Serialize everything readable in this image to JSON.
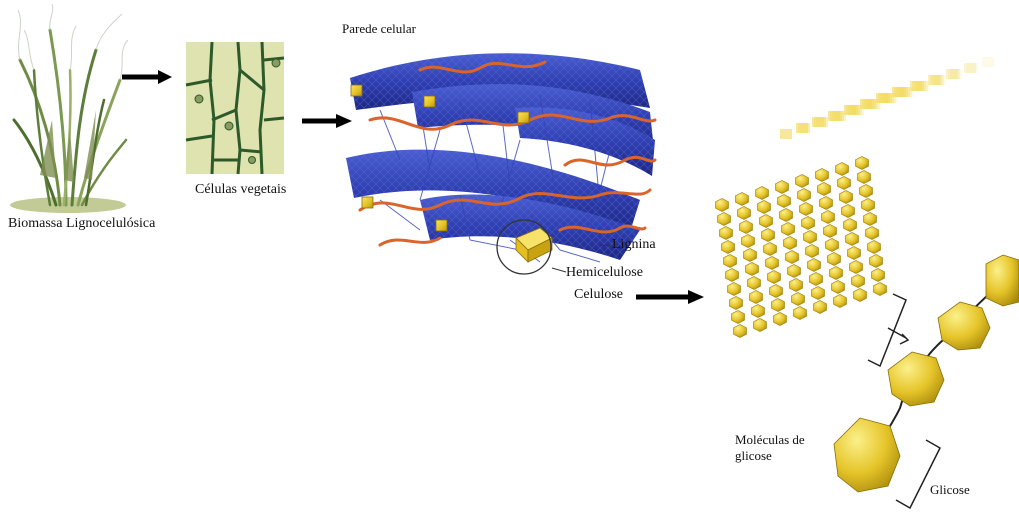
{
  "labels": {
    "biomassa": "Biomassa Lignocelulósica",
    "celulas": "Células vegetais",
    "parede": "Parede celular",
    "lignina": "Lignina",
    "hemicelulose": "Hemicelulose",
    "celulose": "Celulose",
    "moleculas": "Moléculas de glicose",
    "glicose": "Glicose"
  },
  "colors": {
    "fiber_blue": "#2f3fb0",
    "lignin_orange": "#d9642c",
    "cellulose_yellow": "#e8c72c",
    "cell_wall_green": "#2d5a2a",
    "cell_fill": "#dfe3b0",
    "arrow": "#000000"
  }
}
